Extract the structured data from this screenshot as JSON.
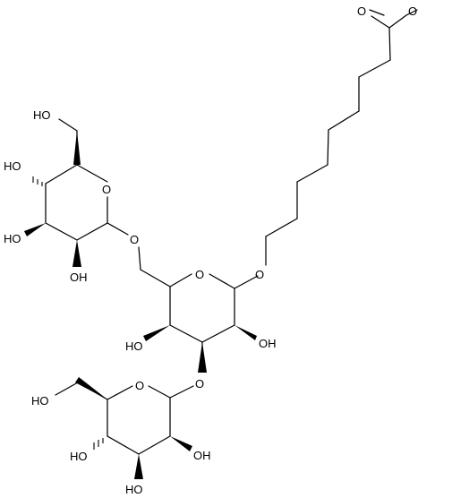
{
  "labels": {
    "O": "O",
    "OH": "OH",
    "HO": "HO"
  },
  "colors": {
    "ink": "#000000",
    "background": "#ffffff"
  }
}
